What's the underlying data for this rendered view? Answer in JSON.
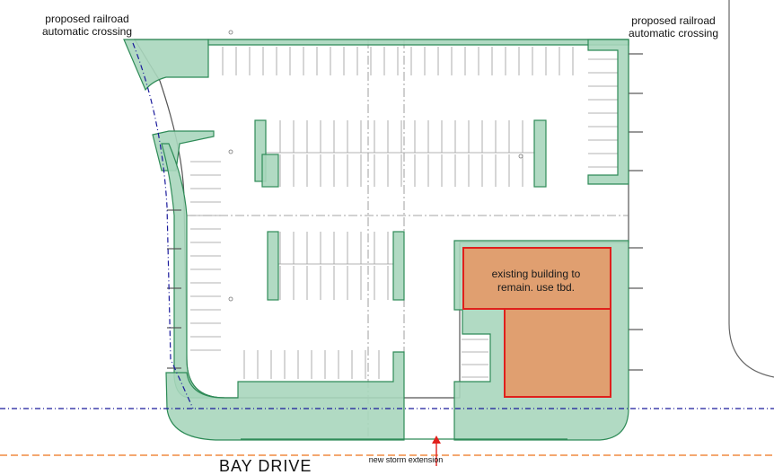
{
  "labels": {
    "crossing_left_line1": "proposed railroad",
    "crossing_left_line2": "automatic crossing",
    "crossing_right_line1": "proposed railroad",
    "crossing_right_line2": "automatic crossing",
    "building_line1": "existing building to",
    "building_line2": "remain.  use tbd.",
    "storm": "new storm extension",
    "street": "BAY DRIVE"
  },
  "colors": {
    "landscape_fill": "#a9d6bd",
    "landscape_stroke": "#2e8b57",
    "building_fill": "#e09f70",
    "building_stroke": "#e0201c",
    "rail_line": "#1a1a9c",
    "property_line": "#f08a40",
    "arrow": "#e0201c"
  }
}
